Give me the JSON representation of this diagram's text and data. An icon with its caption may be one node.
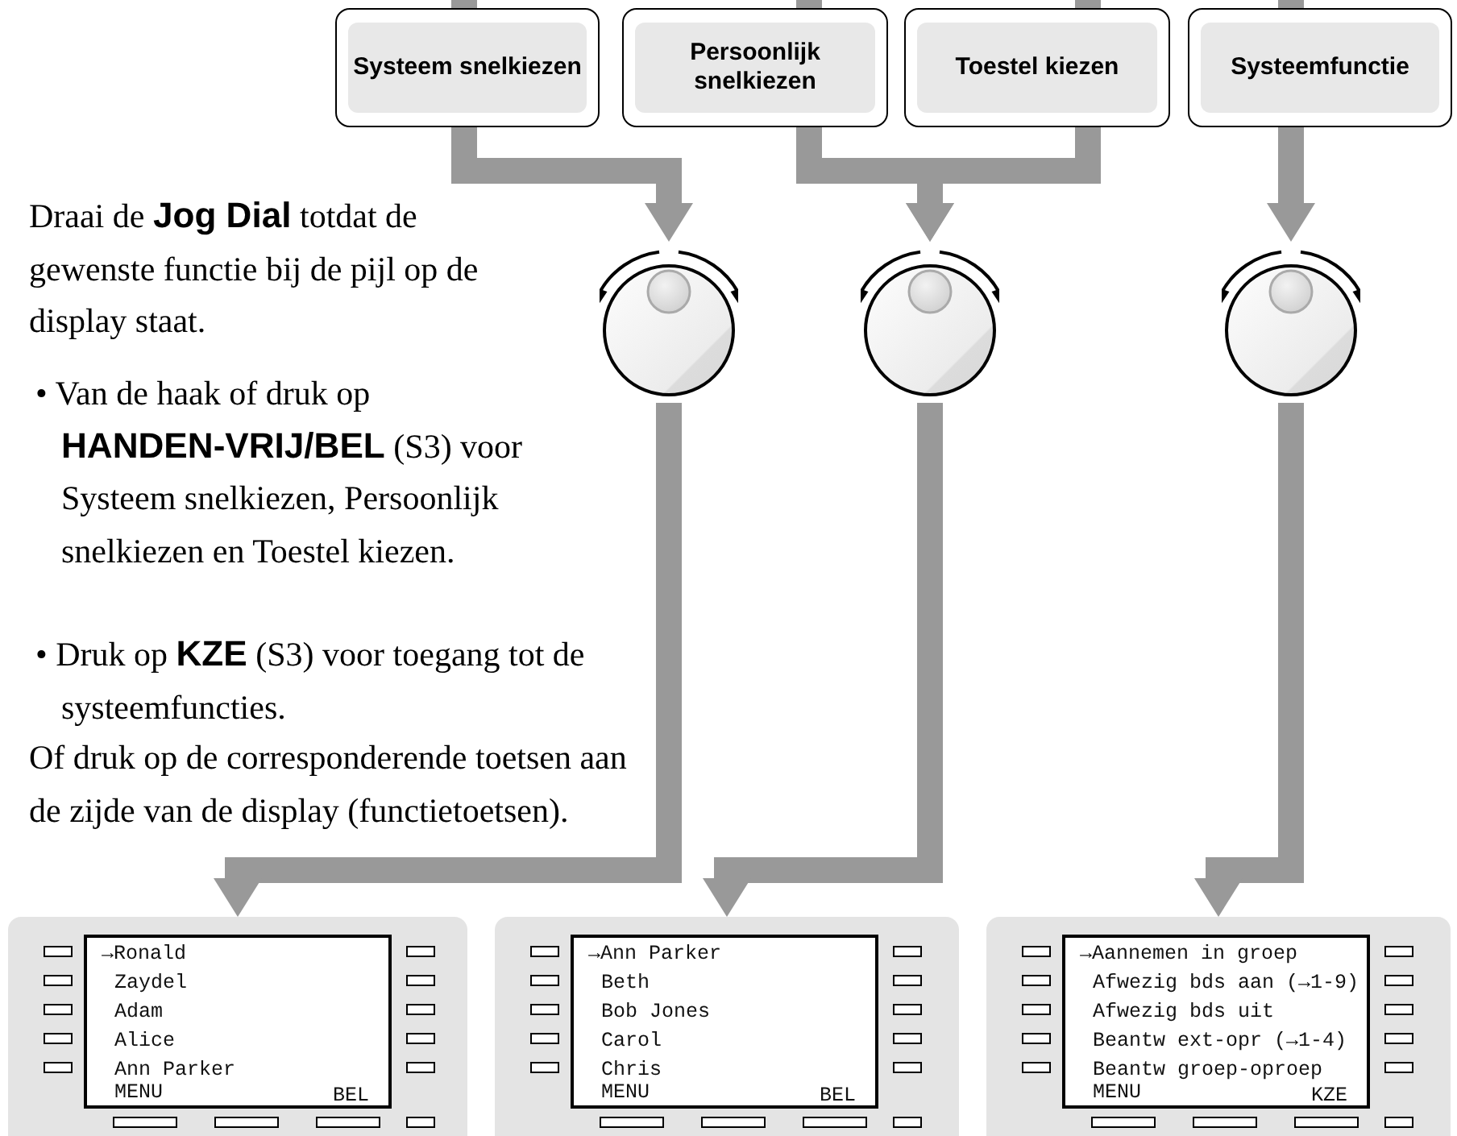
{
  "diagram": {
    "nodes": [
      {
        "text": [
          "Systeem snelkiezen"
        ]
      },
      {
        "text": [
          "Persoonlijk snelkiezen"
        ]
      },
      {
        "text": [
          "Toestel kiezen"
        ]
      },
      {
        "text": [
          "Systeemfunctie"
        ]
      },
      {
        "text": [],
        "shape": "picture"
      },
      {
        "text": [],
        "shape": "picture"
      },
      {
        "text": [],
        "shape": "picture"
      },
      {
        "text": [
          "→Ronald",
          "Zaydel",
          "Adam",
          "Alice",
          "Ann Parker",
          "MENU",
          "BEL"
        ]
      },
      {
        "text": [
          "→Ann Parker",
          "Beth",
          "Bob Jones",
          "Carol",
          "Chris",
          "MENU",
          "BEL"
        ]
      },
      {
        "text": [
          "→Aannemen in groep",
          "Afwezig bds aan (→1-9)",
          "Afwezig bds uit",
          "Beantw ext-opr (→1-4)",
          "Beantw groep-oproep",
          "MENU",
          "KZE"
        ]
      }
    ],
    "edges": [
      {
        "from": null,
        "to": 0,
        "arrow": "none"
      },
      {
        "from": null,
        "to": 1,
        "arrow": "none"
      },
      {
        "from": null,
        "to": 2,
        "arrow": "none"
      },
      {
        "from": null,
        "to": 3,
        "arrow": "none"
      },
      {
        "from": 0,
        "to": 4,
        "arrow": "to"
      },
      {
        "from": 1,
        "to": 5,
        "arrow": "to"
      },
      {
        "from": 2,
        "to": 5,
        "arrow": "to"
      },
      {
        "from": 3,
        "to": 6,
        "arrow": "to"
      },
      {
        "from": 4,
        "to": 7,
        "arrow": "to"
      },
      {
        "from": 5,
        "to": 8,
        "arrow": "to"
      },
      {
        "from": 6,
        "to": 9,
        "arrow": "to"
      }
    ],
    "labels": [
      "Draai de **Jog Dial** totdat de gewenste functie bij de pijl op de display staat.",
      "• Van de haak of druk op **HANDEN-VRIJ/BEL** (S3) voor Systeem snelkiezen, Persoonlijk snelkiezen en Toestel kiezen.",
      "• Druk op **KZE** (S3) voor toegang tot de systeemfuncties.",
      "Of druk op de corresponderende toetsen aan de zijde van de display (functietoetsen)."
    ]
  }
}
